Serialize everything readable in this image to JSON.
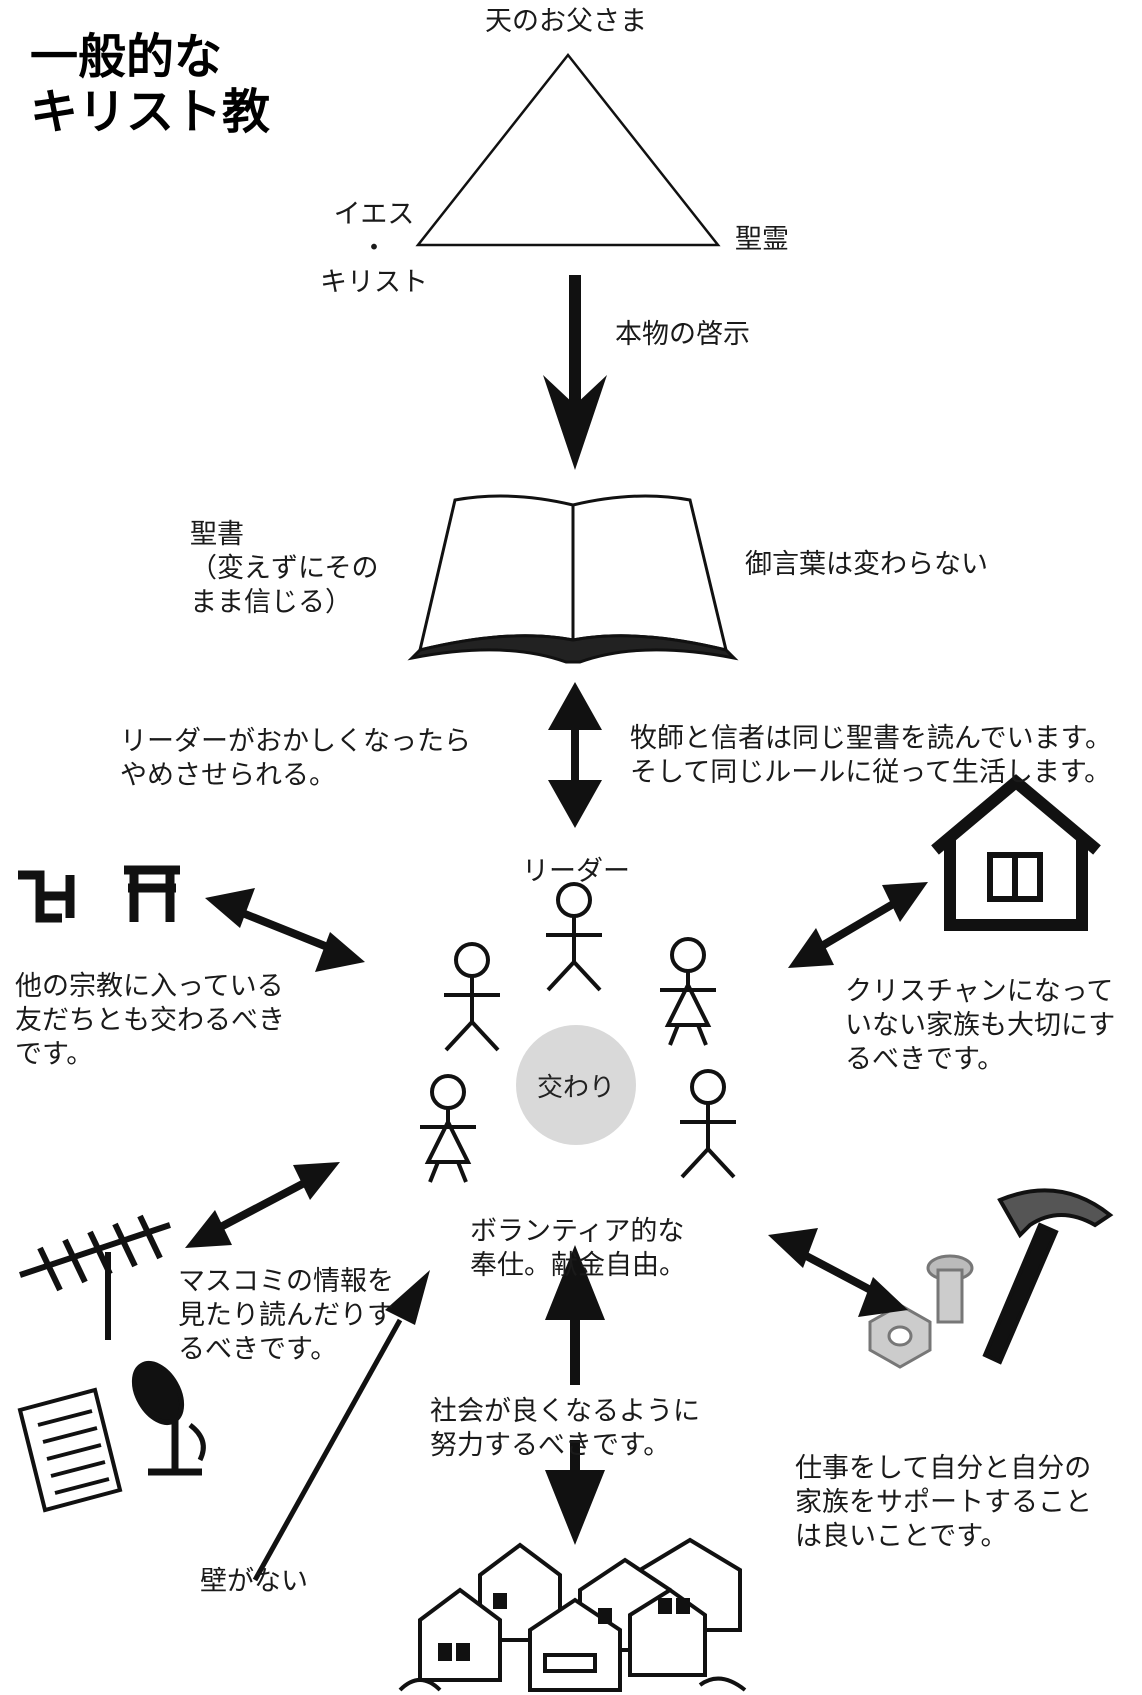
{
  "title": "一般的な\nキリスト教",
  "trinity": {
    "father": "天のお父さま",
    "son": "イエス\n・\nキリスト",
    "spirit": "聖霊"
  },
  "revelation_label": "本物の啓示",
  "bible": {
    "label": "聖書\n（変えずにその\nまま信じる）",
    "note": "御言葉は変わらない"
  },
  "leader_removal": "リーダーがおかしくなったら\nやめさせられる。",
  "same_bible": "牧師と信者は同じ聖書を読んでいます。\nそして同じルールに従って生活します。",
  "leader_label": "リーダー",
  "fellowship_label": "交わり",
  "other_religions": "他の宗教に入っている\n友だちとも交わるべき\nです。",
  "family": "クリスチャンになって\nいない家族も大切にす\nるべきです。",
  "volunteer": "ボランティア的な\n奉仕。献金自由。",
  "media": "マスコミの情報を\n見たり読んだりす\nるべきです。",
  "society": "社会が良くなるように\n努力するべきです。",
  "work": "仕事をして自分と自分の\n家族をサポートすること\nは良いことです。",
  "no_wall": "壁がない"
}
